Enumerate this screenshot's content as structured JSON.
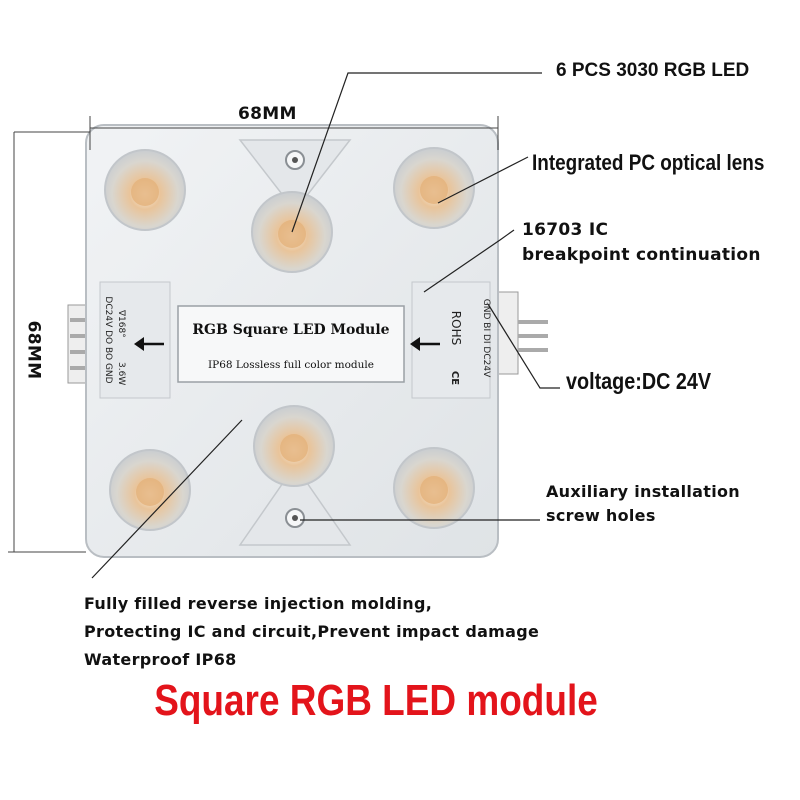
{
  "dimensions": {
    "width": "68MM",
    "height": "68MM"
  },
  "module_print": {
    "title": "RGB Square LED Module",
    "subtitle": "IP68 Lossless full color module",
    "left_pins": "DC24V DO BO GND",
    "left_specs": [
      "∇168°",
      "3.6W"
    ],
    "right_pins": "GND BI DI DC24V",
    "rohs": "ROHS",
    "ce": "CE"
  },
  "callouts": {
    "leds": "6 PCS 3030 RGB LED",
    "lens": "Integrated PC optical lens",
    "ic_lines": [
      "16703 IC",
      "breakpoint continuation"
    ],
    "voltage": "voltage:DC 24V",
    "holes_lines": [
      "Auxiliary installation",
      "screw holes"
    ],
    "molding_lines": [
      "Fully filled reverse injection molding,",
      "Protecting IC and circuit,Prevent impact damage",
      "Waterproof IP68"
    ]
  },
  "title": "Square RGB LED module",
  "colors": {
    "title": "#e3141b",
    "module_body": "#e9ecef",
    "led_amber": "#d6a36a",
    "lines": "#222222"
  }
}
